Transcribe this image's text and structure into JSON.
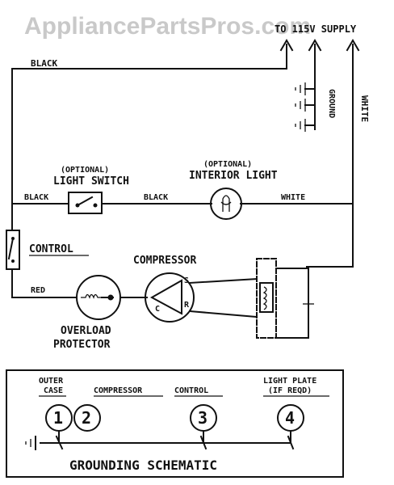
{
  "watermark": "AppliancePartsPros.com",
  "supply": "TO 115V SUPPLY",
  "wire_black_top": "BLACK",
  "ground_label": "GROUND",
  "white_vertical": "WHITE",
  "light_switch": {
    "optional": "(OPTIONAL)",
    "name": "LIGHT SWITCH"
  },
  "interior_light": {
    "optional": "(OPTIONAL)",
    "name": "INTERIOR LIGHT"
  },
  "wire_black_left": "BLACK",
  "wire_black_mid": "BLACK",
  "wire_white_mid": "WHITE",
  "control": "CONTROL",
  "compressor": {
    "name": "COMPRESSOR",
    "s": "S",
    "c": "C",
    "r": "R"
  },
  "wire_red": "RED",
  "overload": {
    "line1": "OVERLOAD",
    "line2": "PROTECTOR"
  },
  "grounding": {
    "title": "GROUNDING SCHEMATIC",
    "outer_case_1": "OUTER",
    "outer_case_2": "CASE",
    "compressor": "COMPRESSOR",
    "control": "CONTROL",
    "light_plate_1": "LIGHT PLATE",
    "light_plate_2": "(IF REQD)",
    "n1": "1",
    "n2": "2",
    "n3": "3",
    "n4": "4"
  }
}
